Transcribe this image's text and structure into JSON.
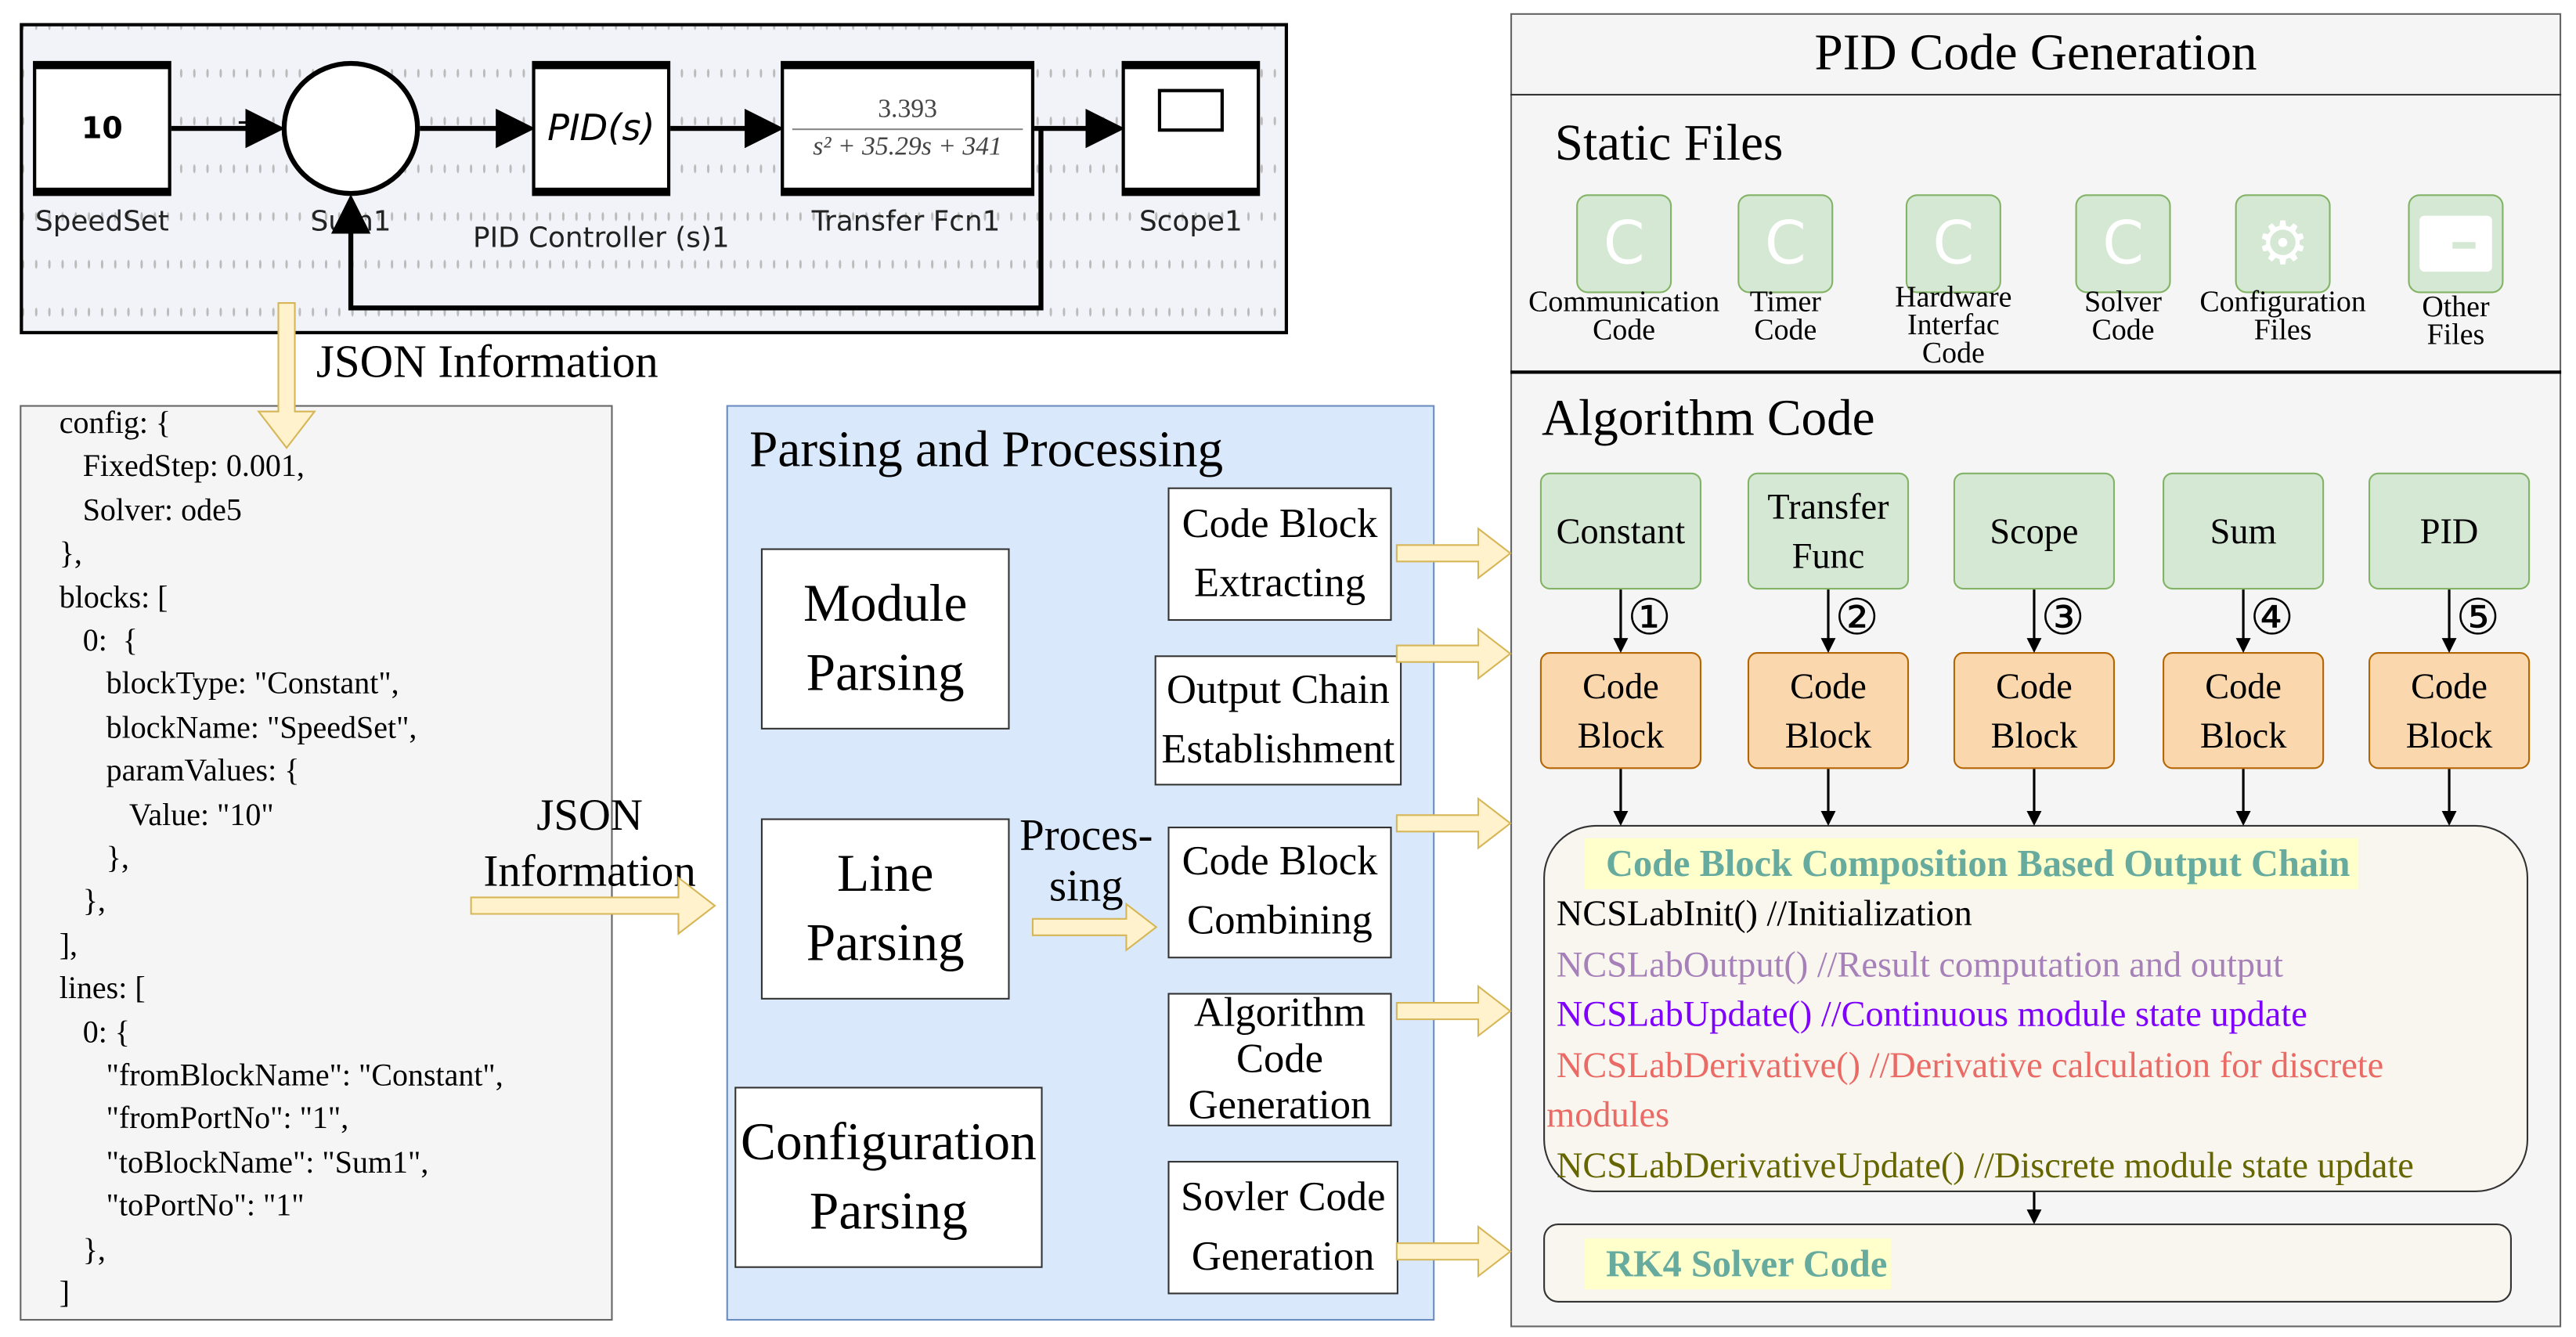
{
  "simulink": {
    "blocks": [
      {
        "label": "SpeedSet",
        "content": "10"
      },
      {
        "label": "Sum1"
      },
      {
        "label": "PID Controller (s)1",
        "content": "PID(s)"
      },
      {
        "label": "Transfer Fcn1",
        "numerator": "3.393",
        "denominator": "s² + 35.29s + 341"
      },
      {
        "label": "Scope1"
      }
    ],
    "sum_sign": "+"
  },
  "arrow_label_top": "JSON Information",
  "json_panel": {
    "lines": [
      "config: {",
      "   FixedStep: 0.001,",
      "   Solver: ode5",
      "},",
      "blocks: [",
      "   0:  {",
      "      blockType: \"Constant\",",
      "      blockName: \"SpeedSet\",",
      "      paramValues: {",
      "         Value: \"10\"",
      "      },",
      "   },",
      "],",
      "lines: [",
      "   0: {",
      "      \"fromBlockName\": \"Constant\",",
      "      \"fromPortNo\": \"1\",",
      "      \"toBlockName\": \"Sum1\",",
      "      \"toPortNo\": \"1\"",
      "   },",
      "]"
    ]
  },
  "arrow_label_mid": {
    "line1": "JSON",
    "line2": "Information"
  },
  "parsing": {
    "title": "Parsing and Processing",
    "left_boxes": [
      {
        "line1": "Module",
        "line2": "Parsing"
      },
      {
        "line1": "Line",
        "line2": "Parsing"
      },
      {
        "line1": "Configuration",
        "line2": "Parsing"
      }
    ],
    "processing_label": {
      "line1": "Proces-",
      "line2": "sing"
    },
    "right_boxes": [
      {
        "line1": "Code Block",
        "line2": "Extracting"
      },
      {
        "line1": "Output Chain",
        "line2": "Establishment"
      },
      {
        "line1": "Code Block",
        "line2": "Combining"
      },
      {
        "line1": "Algorithm",
        "line2": "Code",
        "line3": "Generation"
      },
      {
        "line1": "Sovler Code",
        "line2": "Generation"
      }
    ]
  },
  "codegen": {
    "title": "PID Code Generation",
    "static_title": "Static Files",
    "static_files": [
      {
        "icon": "c-file-icon",
        "glyph": "C",
        "line1": "Communication",
        "line2": "Code"
      },
      {
        "icon": "c-file-icon",
        "glyph": "C",
        "line1": "Timer",
        "line2": "Code"
      },
      {
        "icon": "c-file-icon",
        "glyph": "C",
        "line1": "Hardware",
        "line2": "Interfac",
        "line3": "Code"
      },
      {
        "icon": "c-file-icon",
        "glyph": "C",
        "line1": "Solver",
        "line2": "Code"
      },
      {
        "icon": "gear-icon",
        "glyph": "⚙",
        "line1": "Configuration",
        "line2": "Files"
      },
      {
        "icon": "folder-icon",
        "glyph": "",
        "line1": "Other",
        "line2": "Files"
      }
    ],
    "algo_title": "Algorithm Code",
    "modules": [
      {
        "line1": "Constant",
        "line2": "",
        "step": "①"
      },
      {
        "line1": "Transfer",
        "line2": "Func",
        "step": "②"
      },
      {
        "line1": "Scope",
        "line2": "",
        "step": "③"
      },
      {
        "line1": "Sum",
        "line2": "",
        "step": "④"
      },
      {
        "line1": "PID",
        "line2": "",
        "step": "⑤"
      }
    ],
    "code_block": {
      "line1": "Code",
      "line2": "Block"
    },
    "chain": {
      "title": "Code Block Composition Based Output Chain",
      "lines": [
        {
          "text": "NCSLabInit()  //Initialization",
          "color": "#000000"
        },
        {
          "text": "NCSLabOutput() //Result computation and output",
          "color": "#a680b8"
        },
        {
          "text": "NCSLabUpdate() //Continuous module state update",
          "color": "#7f00ff"
        },
        {
          "text": "NCSLabDerivative() //Derivative calculation for discrete",
          "color": "#ea6b66"
        },
        {
          "text": "modules",
          "color": "#ea6b66"
        },
        {
          "text": "NCSLabDerivativeUpdate() //Discrete module state update",
          "color": "#666600"
        }
      ]
    },
    "solver": {
      "title": "RK4 Solver Code"
    }
  },
  "colors": {
    "highlight_text": "#67ab9f",
    "highlight_bg": "#ffffcc",
    "parsing_bg": "#dae8fc",
    "module_green": "#d5e8d4",
    "code_block_orange": "#fad7ac",
    "arrow_fill": "#fff2cc",
    "arrow_stroke": "#d6b656"
  }
}
